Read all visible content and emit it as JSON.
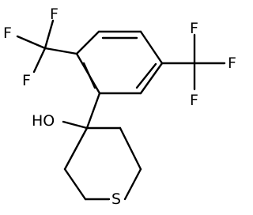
{
  "molecule": {
    "atom_labels": {
      "hydroxyl": "HO",
      "sulfur": "S",
      "fluorines": [
        "F",
        "F",
        "F",
        "F",
        "F",
        "F"
      ]
    },
    "colors": {
      "bond": "#000000",
      "text": "#000000",
      "background": "#ffffff"
    }
  }
}
